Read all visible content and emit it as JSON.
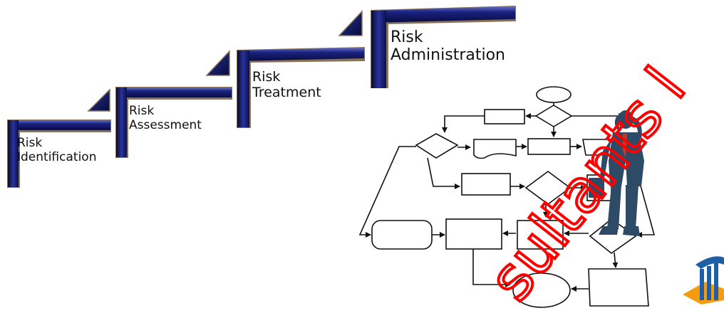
{
  "steps": [
    {
      "line1": "Risk",
      "line2": "Identification"
    },
    {
      "line1": "Risk",
      "line2": "Assessment"
    },
    {
      "line1": "Risk",
      "line2": "Treatment"
    },
    {
      "line1": "Risk",
      "line2": "Administration"
    }
  ],
  "watermark": {
    "text": "sultants l",
    "color": "#ff0000"
  },
  "colors": {
    "step_dark": "#0d1260",
    "step_mid": "#2a3399",
    "step_edge": "#8a7355",
    "figure": "#2d4a66",
    "tie": "#c0392b",
    "logo_orange": "#f39c12",
    "logo_blue": "#1f5fa8"
  },
  "icons": [
    "businessman-figure-icon",
    "company-logo-icon",
    "flowchart-icon"
  ]
}
